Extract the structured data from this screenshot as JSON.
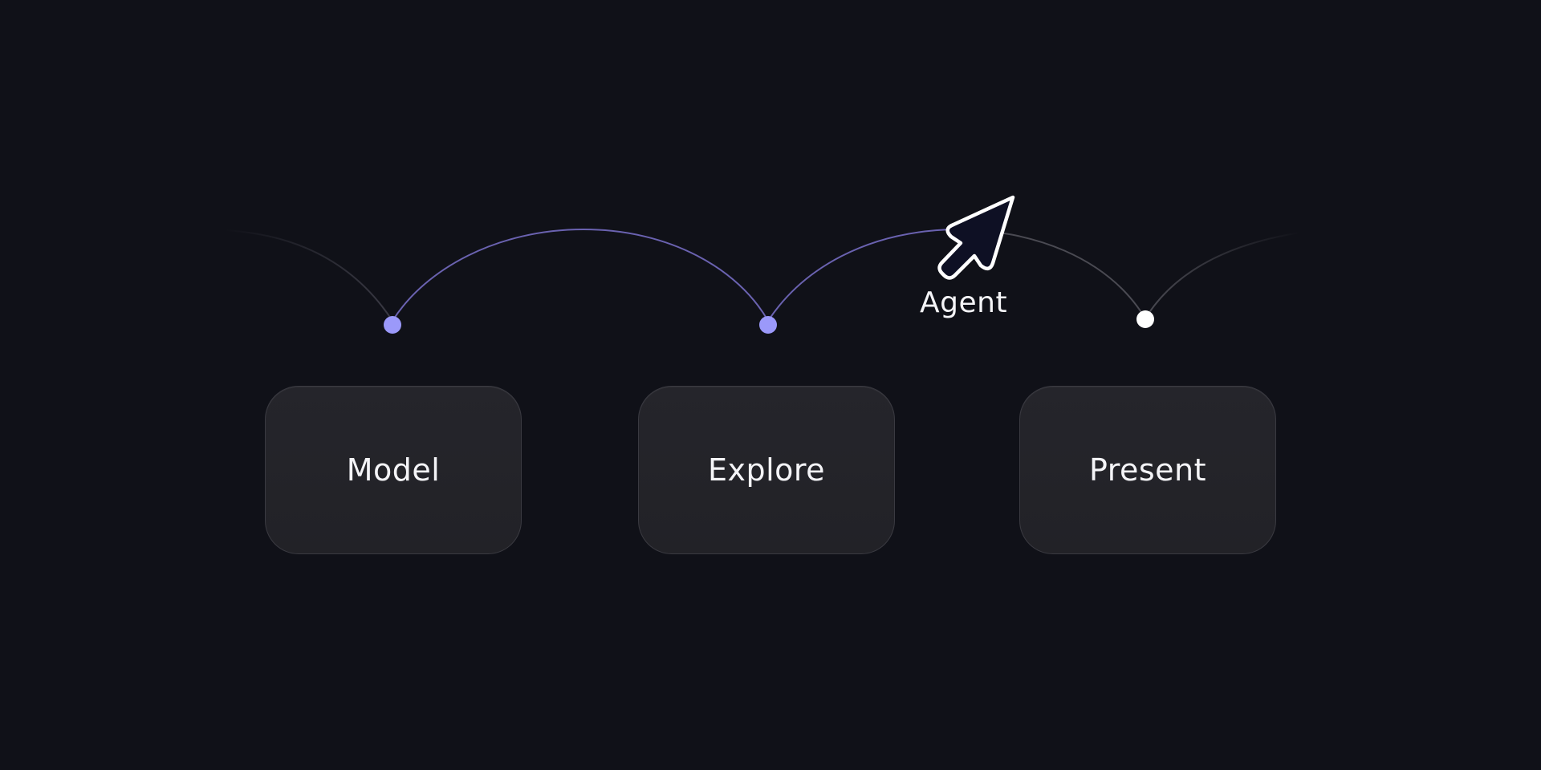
{
  "steps": [
    {
      "label": "Model",
      "state": "completed"
    },
    {
      "label": "Explore",
      "state": "completed"
    },
    {
      "label": "Present",
      "state": "current"
    }
  ],
  "agent": {
    "label": "Agent"
  },
  "colors": {
    "background": "#101118",
    "card": "#232328",
    "completed_node": "#9b99fa",
    "completed_arc": "#6a62b0",
    "pending_arc": "#4a4a52",
    "current_node": "#ffffff",
    "text": "#f4f4f7",
    "cursor_fill": "#0e1024"
  }
}
